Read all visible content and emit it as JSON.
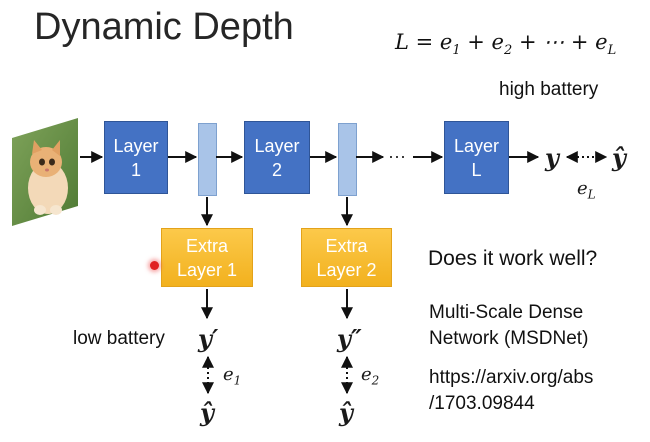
{
  "title": "Dynamic Depth",
  "formula": "L = e₁ + e₂ + ⋯ + e_L",
  "formula_parts": {
    "lhs": "L = e",
    "s1": "1",
    "p1": " + e",
    "s2": "2",
    "p2": " + ⋯ + e",
    "sL": "L"
  },
  "high_battery": "high battery",
  "low_battery": "low battery",
  "layers": [
    {
      "line1": "Layer",
      "line2": "1"
    },
    {
      "line1": "Layer",
      "line2": "2"
    },
    {
      "line1": "Layer",
      "line2": "L"
    }
  ],
  "extras": [
    {
      "line1": "Extra",
      "line2": "Layer 1"
    },
    {
      "line1": "Extra",
      "line2": "Layer 2"
    }
  ],
  "ellipsis": "···",
  "output": {
    "y": "y",
    "yhat": "ŷ",
    "err": "e",
    "err_sub": "L"
  },
  "branch1": {
    "y": "y′",
    "err": "e",
    "err_sub": "1",
    "yhat": "ŷ"
  },
  "branch2": {
    "y": "y″",
    "err": "e",
    "err_sub": "2",
    "yhat": "ŷ"
  },
  "question": "Does it work well?",
  "msdnet_line1": "Multi-Scale Dense",
  "msdnet_line2": "Network (MSDNet)",
  "link_line1": "https://arxiv.org/abs",
  "link_line2": "/1703.09844",
  "colors": {
    "layer_blue": "#4472c4",
    "thin_bar": "#a9c4e8",
    "extra_yellow": "#f5b822",
    "pointer_red": "#e02020"
  }
}
